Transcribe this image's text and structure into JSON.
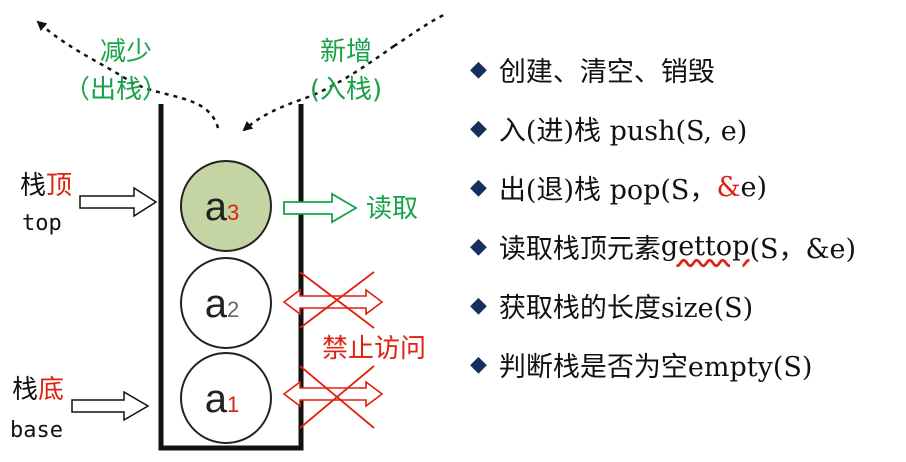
{
  "stack": {
    "shrink_label": "减少",
    "pop_label": "（出栈）",
    "grow_label": "新增",
    "push_label": "(入栈)",
    "top": {
      "label_cn": "栈",
      "label_cn_red": "顶",
      "label_en": "top"
    },
    "base": {
      "label_cn": "栈",
      "label_cn_red": "底",
      "label_en": "base"
    },
    "elements": [
      {
        "letter": "a",
        "sub": "3",
        "fill": "#c4d4a2",
        "sub_color": "#e02010"
      },
      {
        "letter": "a",
        "sub": "2",
        "fill": "#ffffff",
        "sub_color": "#666666"
      },
      {
        "letter": "a",
        "sub": "1",
        "fill": "#ffffff",
        "sub_color": "#e02010"
      }
    ],
    "read_label": "读取",
    "forbid_label": "禁止访问"
  },
  "operations": [
    {
      "text": "创建、清空、销毁"
    },
    {
      "text": "入(进)栈 push(S, e)"
    },
    {
      "pre": "出(退)栈 pop(S，",
      "red": "&",
      "post": "e)"
    },
    {
      "pre": "读取栈顶元素",
      "wavy": "gettop",
      "post": "(S，&e)"
    },
    {
      "text": "获取栈的长度size(S)"
    },
    {
      "text": "判断栈是否为空empty(S)"
    }
  ],
  "colors": {
    "green": "#19a24a",
    "red": "#e02010",
    "bullet": "#14305e",
    "top_fill": "#c4d4a2"
  },
  "bullet_icon": "◆"
}
